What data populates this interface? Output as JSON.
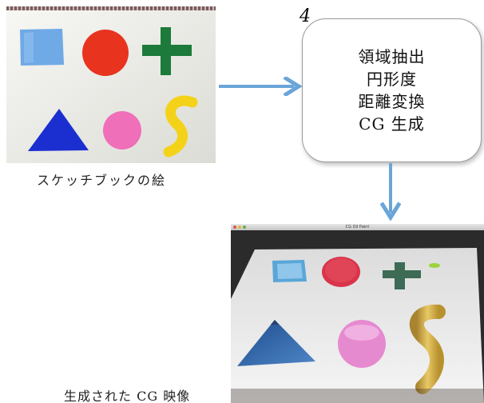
{
  "sketch": {
    "caption": "スケッチブックの絵"
  },
  "process": {
    "stray_mark": "4",
    "steps": [
      "領域抽出",
      "円形度",
      "距離変換",
      "CG 生成"
    ]
  },
  "result": {
    "window_title": "CG Oil Paint",
    "caption": "生成された CG 映像"
  },
  "colors": {
    "arrow": "#6aa5d8",
    "blue_rect": "#6fa9e6",
    "red_circle": "#e8331f",
    "green_cross": "#1c7a3a",
    "blue_triangle": "#1b2fd0",
    "pink_circle": "#ef6fb9",
    "yellow_s": "#f4d21a"
  },
  "icons": [
    "right-arrow-icon",
    "down-arrow-icon"
  ]
}
